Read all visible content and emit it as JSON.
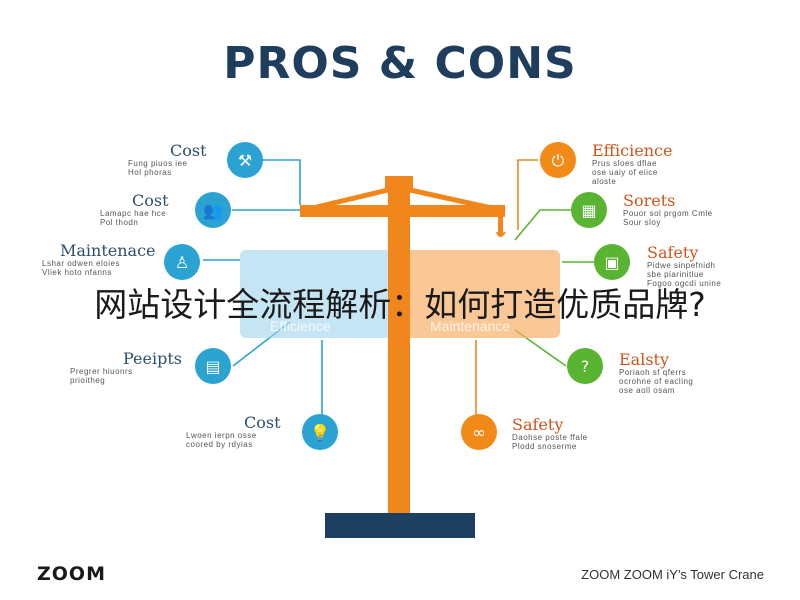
{
  "title": "PROS & CONS",
  "overlay_text": "网站设计全流程解析：如何打造优质品牌?",
  "logo": "ZOOM",
  "caption": "ZOOM ZOOM iY's Tower Crane",
  "panels": {
    "left": "Efficience",
    "right": "Maintenance"
  },
  "left_items": [
    {
      "label": "Cost",
      "sub": [
        "Fung piuos iee",
        "Hol phoras"
      ],
      "icon": "tools-icon"
    },
    {
      "label": "Cost",
      "sub": [
        "Lamapc hae hce",
        "Pol thodn"
      ],
      "icon": "workers-icon"
    },
    {
      "label": "Maintenace",
      "sub": [
        "Lshar odwen eloies",
        "Vliek hoto nfanns"
      ],
      "icon": "person-icon"
    },
    {
      "label": "Peeipts",
      "sub": [
        "Pregrer hiuonrs",
        "prioitheg"
      ],
      "icon": "clipboard-icon"
    },
    {
      "label": "Cost",
      "sub": [
        "Lwoen ierpn osse",
        "coored by rdyias"
      ],
      "icon": "lightbulb-icon"
    }
  ],
  "right_items": [
    {
      "label": "Efficience",
      "sub": [
        "Prus sloes dflae",
        "ose uaiy of eiice",
        "aloste"
      ],
      "icon": "power-icon"
    },
    {
      "label": "Sorets",
      "sub": [
        "Pouor sol prgom Cmle",
        "Sour sloy"
      ],
      "icon": "document-icon"
    },
    {
      "label": "Safety",
      "sub": [
        "Pidwe sinpefnidh",
        "sbe piarinitlue",
        "Fogoo ogcdi unine"
      ],
      "icon": "chart-icon"
    },
    {
      "label": "Ealsty",
      "sub": [
        "Poriaoh sf qferrs",
        "ocrohne of eacling",
        "ose aoll osam"
      ],
      "icon": "question-icon"
    },
    {
      "label": "Safety",
      "sub": [
        "Daohse poste ffale",
        "Plodd snoserme"
      ],
      "icon": "handshake-icon"
    }
  ],
  "colors": {
    "title": "#1f3d5c",
    "crane": "#f0861c",
    "left_circle": "#2aa3d3",
    "right_circle_orange": "#f28a18",
    "right_circle_green": "#58b431",
    "panel_blue": "#9fd3ec",
    "panel_orange": "#f7b06a",
    "base": "#1e4060"
  }
}
